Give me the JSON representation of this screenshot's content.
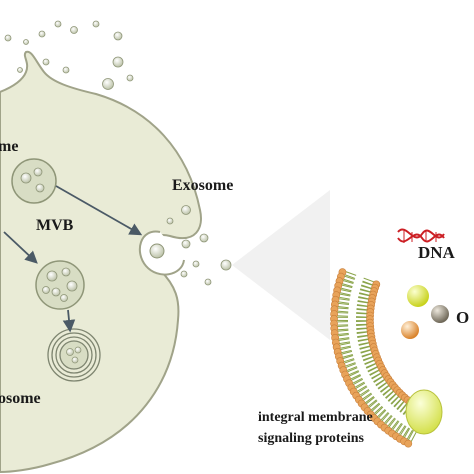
{
  "labels": {
    "endosome": "me",
    "mvb": "MVB",
    "lysosome": "osome",
    "exosome": "Exosome",
    "dna": "DNA",
    "other": "O",
    "membrane_line1": "integral membrane",
    "membrane_line2": "signaling proteins"
  },
  "colors": {
    "cell_fill": "#e9ebd6",
    "cell_stroke": "#a0a389",
    "vesicle_fill": "#d8ddc4",
    "arrow": "#4b5a66",
    "lipid_head": "#e8a35a",
    "lipid_tail": "#8aa44a",
    "dna": "#cc1f24",
    "protein": "#e8f08a",
    "ball_yellow": "#d9e33c",
    "ball_gray": "#8c8576",
    "ball_orange": "#e2953a"
  },
  "icons": [
    "dna-helix-icon",
    "membrane-protein-icon"
  ]
}
